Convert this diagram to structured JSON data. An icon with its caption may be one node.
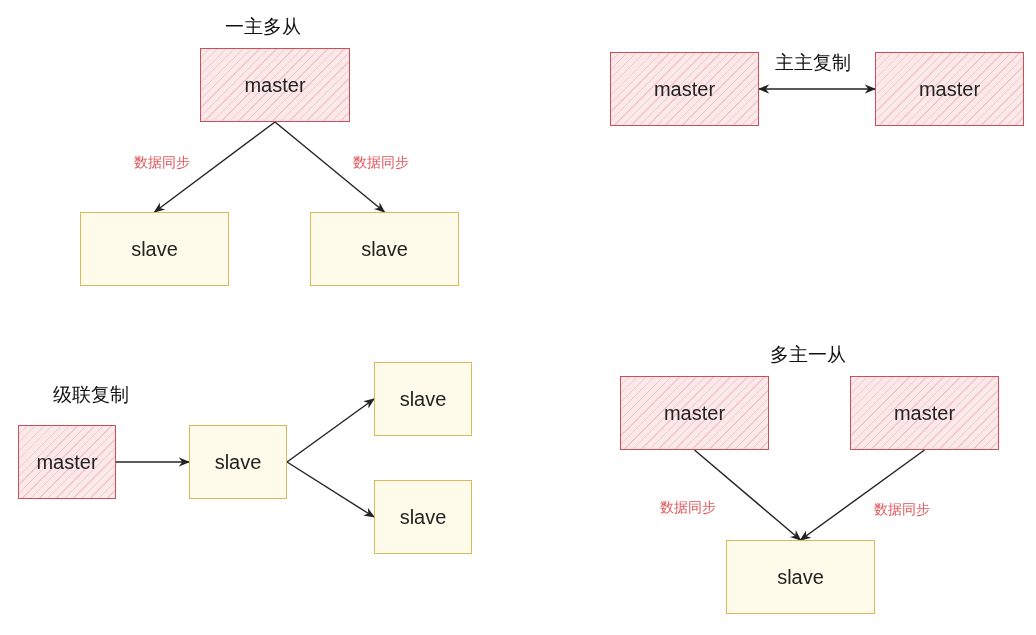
{
  "diagram": {
    "nodes": [
      {
        "text": [
          "master"
        ]
      },
      {
        "text": [
          "slave"
        ]
      },
      {
        "text": [
          "slave"
        ]
      },
      {
        "text": [
          "master"
        ]
      },
      {
        "text": [
          "master"
        ]
      },
      {
        "text": [
          "master"
        ]
      },
      {
        "text": [
          "slave"
        ]
      },
      {
        "text": [
          "slave"
        ]
      },
      {
        "text": [
          "slave"
        ]
      },
      {
        "text": [
          "master"
        ]
      },
      {
        "text": [
          "master"
        ]
      },
      {
        "text": [
          "slave"
        ]
      }
    ],
    "edges": [
      {
        "from": 0,
        "to": 1,
        "arrow": "to",
        "label": "数据同步"
      },
      {
        "from": 0,
        "to": 2,
        "arrow": "to",
        "label": "数据同步"
      },
      {
        "from": 3,
        "to": 4,
        "arrow": "both"
      },
      {
        "from": 5,
        "to": 6,
        "arrow": "to"
      },
      {
        "from": 6,
        "to": 7,
        "arrow": "to"
      },
      {
        "from": 6,
        "to": 8,
        "arrow": "to"
      },
      {
        "from": 9,
        "to": 11,
        "arrow": "to",
        "label": "数据同步"
      },
      {
        "from": 10,
        "to": 11,
        "arrow": "to",
        "label": "数据同步"
      }
    ],
    "labels": [
      "一主多从",
      "主主复制",
      "级联复制",
      "多主一从"
    ]
  }
}
